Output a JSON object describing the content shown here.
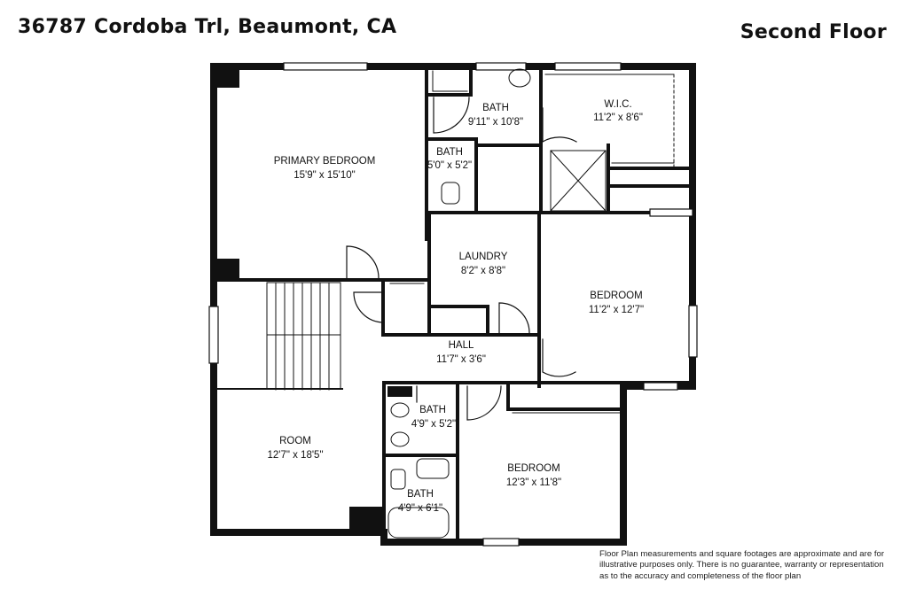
{
  "header": {
    "address": "36787 Cordoba Trl, Beaumont, CA",
    "floor": "Second Floor"
  },
  "rooms": [
    {
      "name": "PRIMARY BEDROOM",
      "size": "15'9\" x 15'10\""
    },
    {
      "name": "BATH",
      "size": "9'11\" x 10'8\""
    },
    {
      "name": "W.I.C.",
      "size": "11'2\" x 8'6\""
    },
    {
      "name": "BATH",
      "size": "5'0\" x 5'2\""
    },
    {
      "name": "LAUNDRY",
      "size": "8'2\" x 8'8\""
    },
    {
      "name": "BEDROOM",
      "size": "11'2\" x 12'7\""
    },
    {
      "name": "HALL",
      "size": "11'7\" x 3'6\""
    },
    {
      "name": "ROOM",
      "size": "12'7\" x 18'5\""
    },
    {
      "name": "BATH",
      "size": "4'9\" x 5'2\""
    },
    {
      "name": "BATH",
      "size": "4'9\" x 6'1\""
    },
    {
      "name": "BEDROOM",
      "size": "12'3\" x 11'8\""
    }
  ],
  "disclaimer": "Floor Plan measurements and square footages are approximate and are for illustrative purposes only. There is no guarantee, warranty or representation as to the accuracy and completeness of the floor plan"
}
